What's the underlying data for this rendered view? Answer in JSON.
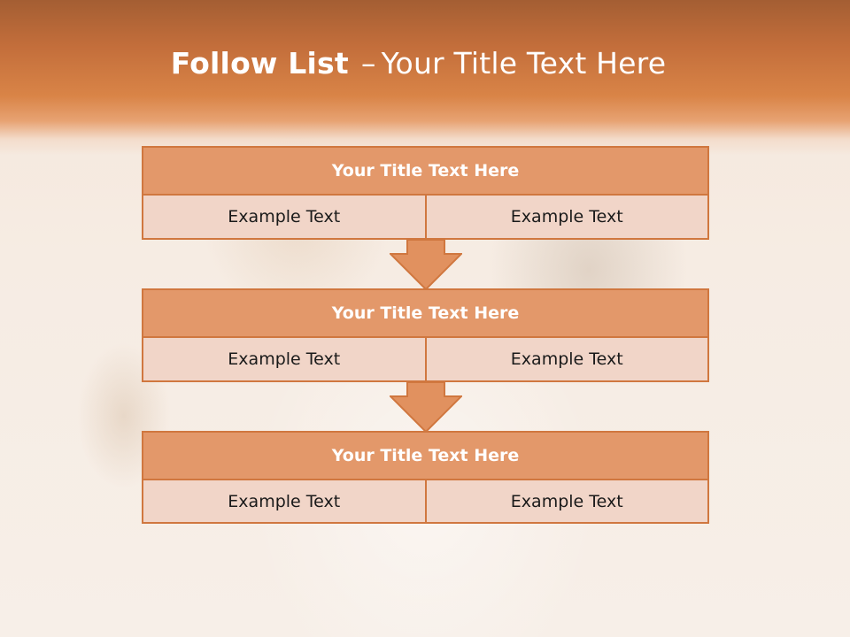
{
  "slide": {
    "title_bold": "Follow List",
    "title_separator": "–",
    "title_rest": "Your Title Text Here"
  },
  "blocks": [
    {
      "title": "Your Title Text Here",
      "left_text": "Example Text",
      "right_text": "Example Text"
    },
    {
      "title": "Your Title Text Here",
      "left_text": "Example Text",
      "right_text": "Example Text"
    },
    {
      "title": "Your Title Text Here",
      "left_text": "Example Text",
      "right_text": "Example Text"
    }
  ],
  "colors": {
    "header_accent": "#d98447",
    "block_title_fill": "#e3986a",
    "block_border": "#d0773f",
    "cell_fill": "#f1d5c8",
    "arrow_fill": "#e1915f"
  }
}
